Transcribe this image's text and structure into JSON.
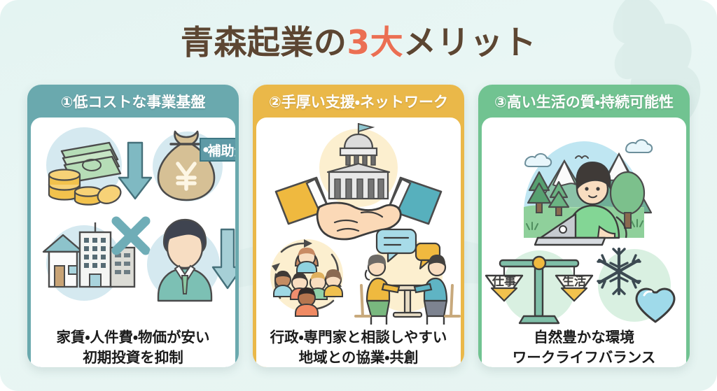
{
  "title": {
    "prefix": "青森起業の",
    "accent": "3大",
    "suffix": "メリット",
    "accent_color": "#eb6f53",
    "text_color": "#5c4632"
  },
  "background": {
    "color": "#e6f4f1",
    "watermark": "aomori-prefecture-map"
  },
  "cards": [
    {
      "id": "low-cost",
      "header": "①低コストな事業基盤",
      "header_color": "#6aa9ae",
      "caption_line1": "家賃・人件費・物価が安い",
      "caption_line2": "初期投資を抑制",
      "icons": [
        {
          "name": "cash-and-coins-with-down-arrow",
          "label": ""
        },
        {
          "name": "money-bag-yen-with-subsidy-tag",
          "label": "補助金"
        },
        {
          "name": "house-and-buildings-with-cross-mark",
          "label": ""
        },
        {
          "name": "businessperson-with-down-arrow",
          "label": ""
        }
      ]
    },
    {
      "id": "support-network",
      "header": "②手厚い支援・ネットワーク",
      "header_color": "#eab849",
      "caption_line1": "行政・専門家と相談しやすい",
      "caption_line2": "地域との協業・共創",
      "icons": [
        {
          "name": "handshake-with-government-building",
          "label": ""
        },
        {
          "name": "people-network-circular-arrows",
          "label": ""
        },
        {
          "name": "two-people-consultation-meeting",
          "label": ""
        }
      ]
    },
    {
      "id": "quality-of-life",
      "header": "③高い生活の質・持続可能性",
      "header_color": "#71c391",
      "caption_line1": "自然豊かな環境",
      "caption_line2": "ワークライフバランス",
      "icons": [
        {
          "name": "person-with-laptop-in-nature",
          "label": ""
        },
        {
          "name": "work-life-balance-scale",
          "label_left": "仕事",
          "label_right": "生活"
        },
        {
          "name": "snowflake-and-heart",
          "label": ""
        }
      ]
    }
  ]
}
